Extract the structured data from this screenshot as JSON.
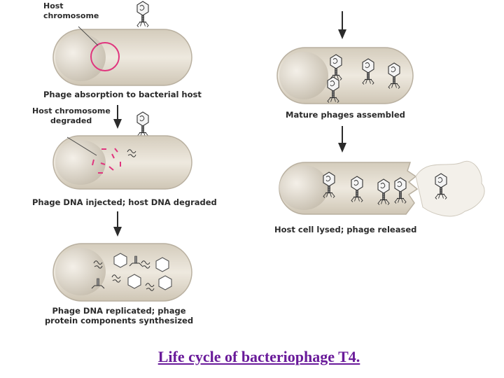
{
  "labels": {
    "host_chromosome_1": "Host",
    "host_chromosome_2": "chromosome",
    "step1": "Phage absorption to bacterial host",
    "degraded_1": "Host chromosome",
    "degraded_2": "degraded",
    "step2": "Phage DNA injected; host DNA degraded",
    "step3_line1": "Phage DNA replicated; phage",
    "step3_line2": "protein components synthesized",
    "step4": "Mature phages assembled",
    "step5": "Host cell lysed; phage released"
  },
  "caption": "Life cycle of bacteriophage T4.",
  "colors": {
    "caption": "#6a1b9a",
    "cell_fill": "#ddd6c8",
    "cell_stroke": "#bcb3a2",
    "chromosome": "#e0357e",
    "arrow": "#2b2b2b"
  }
}
